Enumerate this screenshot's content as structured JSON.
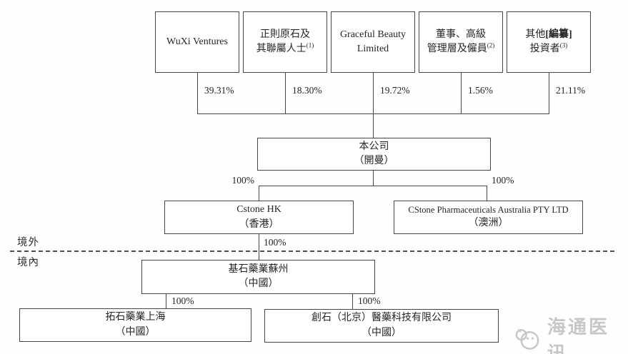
{
  "diagram": {
    "regions": {
      "offshore": "境外",
      "onshore": "境內"
    },
    "shareholders": [
      {
        "name1": "WuXi Ventures",
        "name2": "",
        "sup": "",
        "pct": "39.31%"
      },
      {
        "name1": "正則原石及",
        "name2": "其聯屬人士",
        "sup": "(1)",
        "pct": "18.30%"
      },
      {
        "name1": "Graceful Beauty",
        "name2": "Limited",
        "sup": "",
        "pct": "19.72%"
      },
      {
        "name1": "董事、高級",
        "name2": "管理層及僱員",
        "sup": "(2)",
        "pct": "1.56%"
      },
      {
        "name1": "其他",
        "name1_bold": "[編纂]",
        "name2": "投資者",
        "sup": "(3)",
        "pct": "21.11%"
      }
    ],
    "company": {
      "name": "本公司",
      "place": "（開曼）"
    },
    "subsidiaries": {
      "hk": {
        "name": "Cstone HK",
        "place": "（香港）",
        "pct": "100%"
      },
      "australia": {
        "name": "CStone Pharmaceuticals Australia PTY LTD",
        "place": "（澳洲）",
        "pct": "100%"
      },
      "suzhou": {
        "name": "基石藥業蘇州",
        "place": "（中國）",
        "pct": "100%"
      },
      "shanghai": {
        "name": "拓石藥業上海",
        "place": "（中國）",
        "pct": "100%"
      },
      "beijing": {
        "name": "創石（北京）醫藥科技有限公司",
        "place": "（中國）",
        "pct": "100%"
      }
    },
    "colors": {
      "line": "#454545",
      "watermark": "#c7c7c7"
    }
  },
  "watermark": {
    "text": "海通医讯"
  }
}
